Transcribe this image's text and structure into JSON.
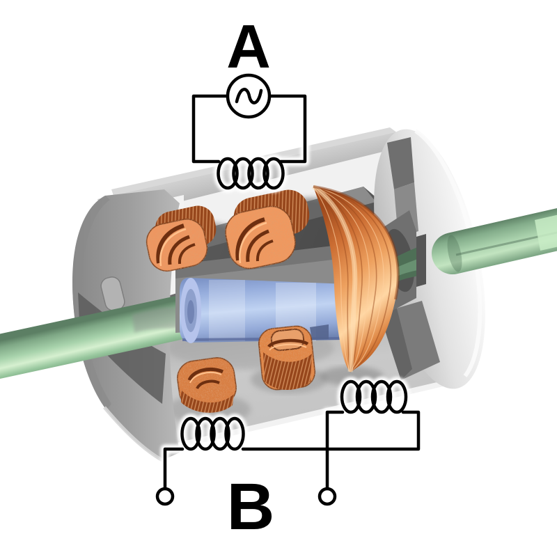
{
  "diagram": {
    "type": "resolver-cutaway-schematic",
    "label_a": "A",
    "label_b": "B",
    "symbols": {
      "ac_source_icon": "circle with sine wave",
      "inductor_icon": "four-loop coil",
      "terminal_icon": "open circle"
    },
    "circuits": {
      "top": "AC source A connected to top stator coil",
      "bottom": "two stator coils in series to terminals B",
      "terminal_count": 2
    },
    "colors": {
      "background": "#ffffff",
      "schematic_line": "#000000",
      "schematic_halo": "#ffffff",
      "shaft_green": "#a8d3ac",
      "shaft_green_dark": "#5c7f64",
      "shaft_green_highlight": "#d6f0d0",
      "rotor_sleeve_blue": "#c0d3f2",
      "rotor_sleeve_blue_dark": "#6c81b0",
      "copper_mid": "#e08a4e",
      "copper_dark": "#8a3c14",
      "copper_highlight": "#ffd7a4",
      "housing_light": "#e4e4e4",
      "housing_mid": "#b5b5b5",
      "housing_dark": "#5c5c5c",
      "interior_wall": "#666666"
    },
    "parts": [
      "housing",
      "left-end-cap",
      "right-end-cap",
      "shaft",
      "rotor-sleeve",
      "rotor-winding",
      "stator-coil-top-left",
      "stator-coil-top-middle",
      "stator-coil-bottom-left",
      "stator-coil-bottom-middle"
    ]
  }
}
